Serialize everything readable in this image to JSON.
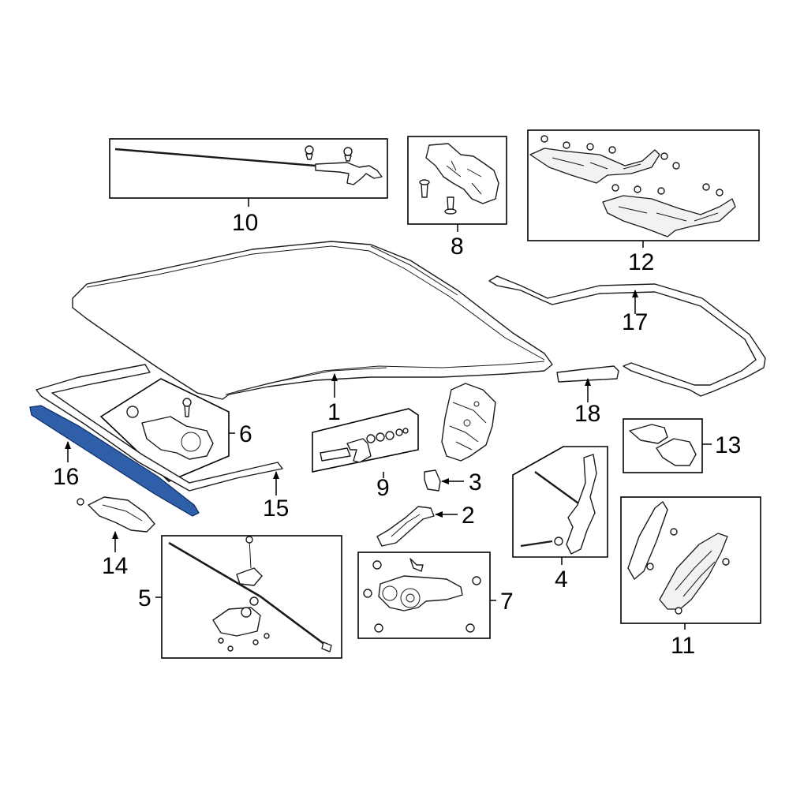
{
  "diagram": {
    "callouts": {
      "c1": "1",
      "c2": "2",
      "c3": "3",
      "c4": "4",
      "c5": "5",
      "c6": "6",
      "c7": "7",
      "c8": "8",
      "c9": "9",
      "c10": "10",
      "c11": "11",
      "c12": "12",
      "c13": "13",
      "c14": "14",
      "c15": "15",
      "c16": "16",
      "c17": "17",
      "c18": "18"
    },
    "highlight_color": "#2f5fa8",
    "highlighted_part": "16"
  }
}
